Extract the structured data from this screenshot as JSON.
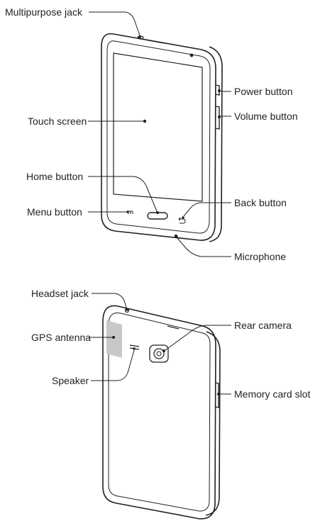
{
  "front_view": {
    "labels": {
      "multipurpose_jack": "Multipurpose jack",
      "touch_screen": "Touch screen",
      "home_button": "Home button",
      "menu_button": "Menu button",
      "power_button": "Power button",
      "volume_button": "Volume button",
      "back_button": "Back button",
      "microphone": "Microphone"
    }
  },
  "back_view": {
    "labels": {
      "headset_jack": "Headset jack",
      "gps_antenna": "GPS antenna",
      "speaker": "Speaker",
      "rear_camera": "Rear camera",
      "memory_card_slot": "Memory card slot"
    }
  },
  "colors": {
    "stroke": "#231f20",
    "callout": "#231f20",
    "antenna": "#c8c8c8"
  }
}
